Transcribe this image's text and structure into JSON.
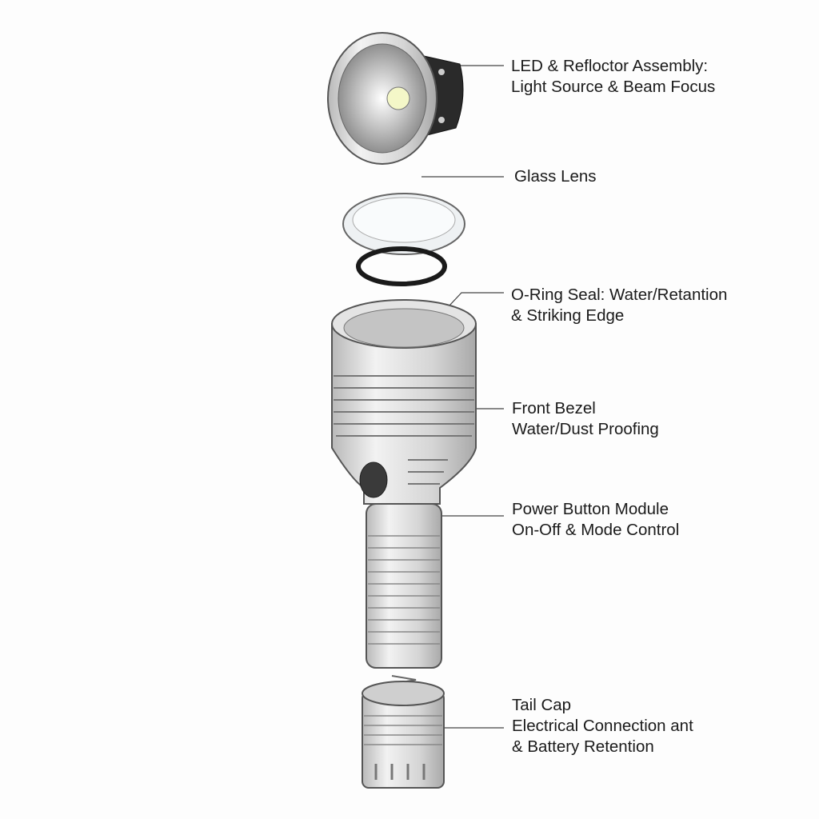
{
  "labels": {
    "led": {
      "line1": "LED & Refloctor Assembly:",
      "line2": "Light Source & Beam Focus"
    },
    "lens": {
      "line1": "Glass Lens"
    },
    "oring": {
      "line1": "O-Ring Seal: Water/Retantion",
      "line2": "& Striking Edge"
    },
    "bezel": {
      "line1": "Front Bezel",
      "line2": "Water/Dust Proofing"
    },
    "button": {
      "line1": "Power Button Module",
      "line2": "On-Off & Mode Control"
    },
    "tailcap": {
      "line1": "Tail Cap",
      "line2": "Electrical Connection ant",
      "line3": "& Battery Retention"
    }
  },
  "colors": {
    "metal": "#d9d9d9",
    "outline": "#555555",
    "led": "#f4f7c8",
    "oring": "#1a1a1a",
    "pcb": "#2a2a2a"
  }
}
